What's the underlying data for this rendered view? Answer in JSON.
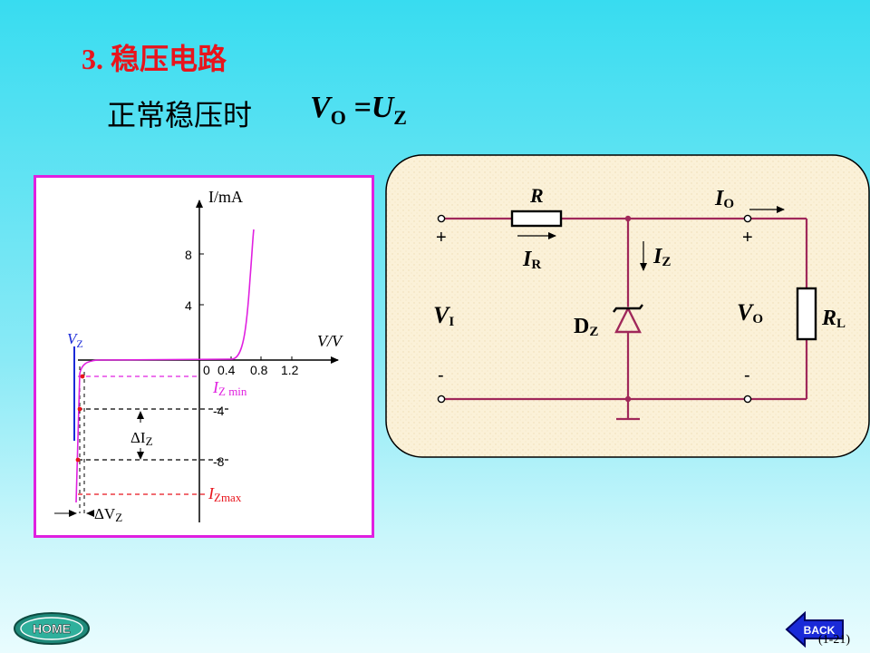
{
  "title": "3. 稳压电路",
  "subtitle": "正常稳压时",
  "formula": {
    "v": "V",
    "v_sub": "O",
    "eq": " =",
    "u": "U",
    "u_sub": "Z"
  },
  "iv_chart": {
    "y_axis_label": "I/mA",
    "x_axis_label": "V/V",
    "y_ticks_pos": [
      "8",
      "4"
    ],
    "x_ticks": [
      "0",
      "0.4",
      "0.8",
      "1.2"
    ],
    "y_ticks_neg": [
      "-4",
      "-8"
    ],
    "vz_label": {
      "main": "V",
      "sub": "Z"
    },
    "izmin_label": {
      "main": "I",
      "sub": "Z min"
    },
    "izmax_label": {
      "main": "I",
      "sub": "Zmax"
    },
    "delta_iz_label": {
      "main": "ΔI",
      "sub": "Z"
    },
    "delta_vz_label": {
      "main": "ΔV",
      "sub": "Z"
    },
    "colors": {
      "curve": "#e020e0",
      "izmin": "#e020e0",
      "izmax": "#e8141c",
      "vz": "#1a2ad8"
    }
  },
  "circuit": {
    "r": "R",
    "io": {
      "main": "I",
      "sub": "O"
    },
    "ir": {
      "main": "I",
      "sub": "R"
    },
    "iz": {
      "main": "I",
      "sub": "Z"
    },
    "vi": {
      "main": "V",
      "sub": "I"
    },
    "vo": {
      "main": "V",
      "sub": "O"
    },
    "dz": {
      "main": "D",
      "sub": "Z"
    },
    "rl": {
      "main": "R",
      "sub": "L"
    },
    "plus": "+",
    "minus": "-",
    "colors": {
      "wire": "#a0285a",
      "background": "#fbf1d8"
    }
  },
  "nav": {
    "home": "HOME",
    "back": "BACK",
    "page": "(1-21)"
  }
}
